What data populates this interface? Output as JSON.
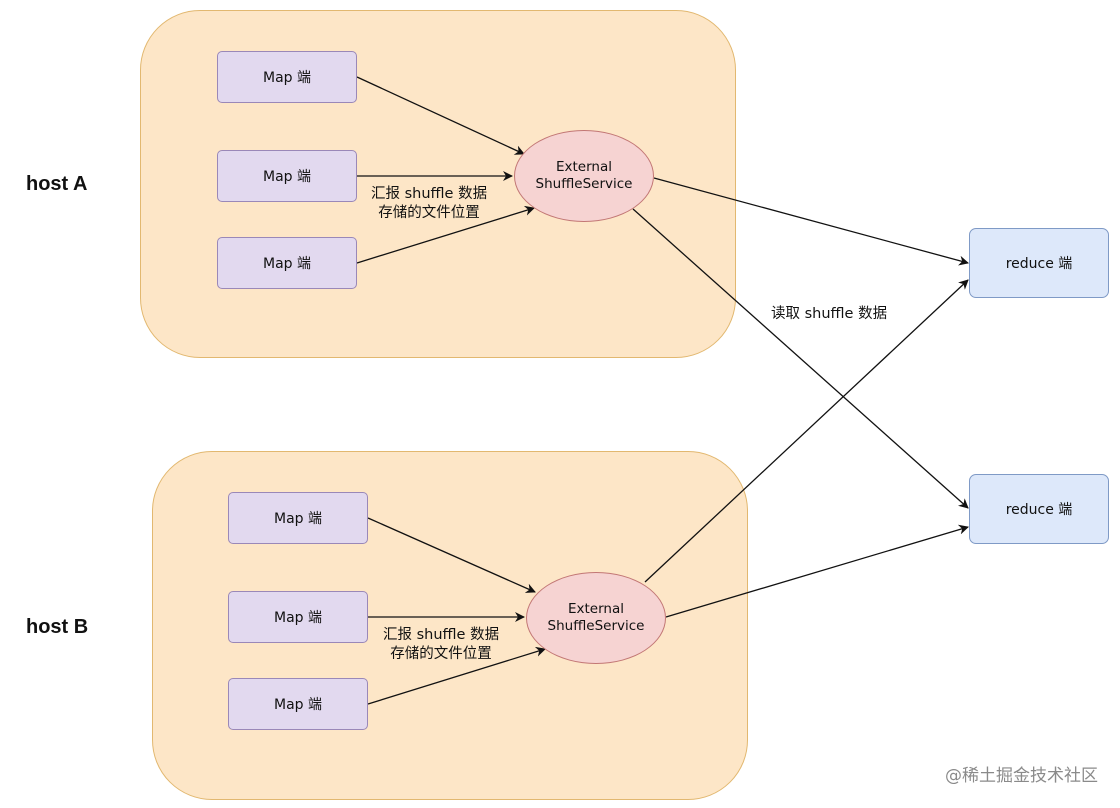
{
  "hosts": {
    "a": {
      "label": "host A",
      "maps": [
        "Map 端",
        "Map 端",
        "Map 端"
      ],
      "ess": {
        "line1": "External",
        "line2": "ShuffleService"
      },
      "report_label": {
        "line1": "汇报 shuffle 数据",
        "line2": "存储的文件位置"
      }
    },
    "b": {
      "label": "host B",
      "maps": [
        "Map 端",
        "Map 端",
        "Map 端"
      ],
      "ess": {
        "line1": "External",
        "line2": "ShuffleService"
      },
      "report_label": {
        "line1": "汇报 shuffle 数据",
        "line2": "存储的文件位置"
      }
    }
  },
  "reducers": [
    "reduce 端",
    "reduce 端"
  ],
  "read_label": "读取 shuffle 数据",
  "watermark": "@稀土掘金技术社区",
  "colors": {
    "host_fill": "#fde6c7",
    "map_fill": "#e2d9ef",
    "ess_fill": "#f6d3d2",
    "reduce_fill": "#dde8fa",
    "edge": "#111111"
  }
}
